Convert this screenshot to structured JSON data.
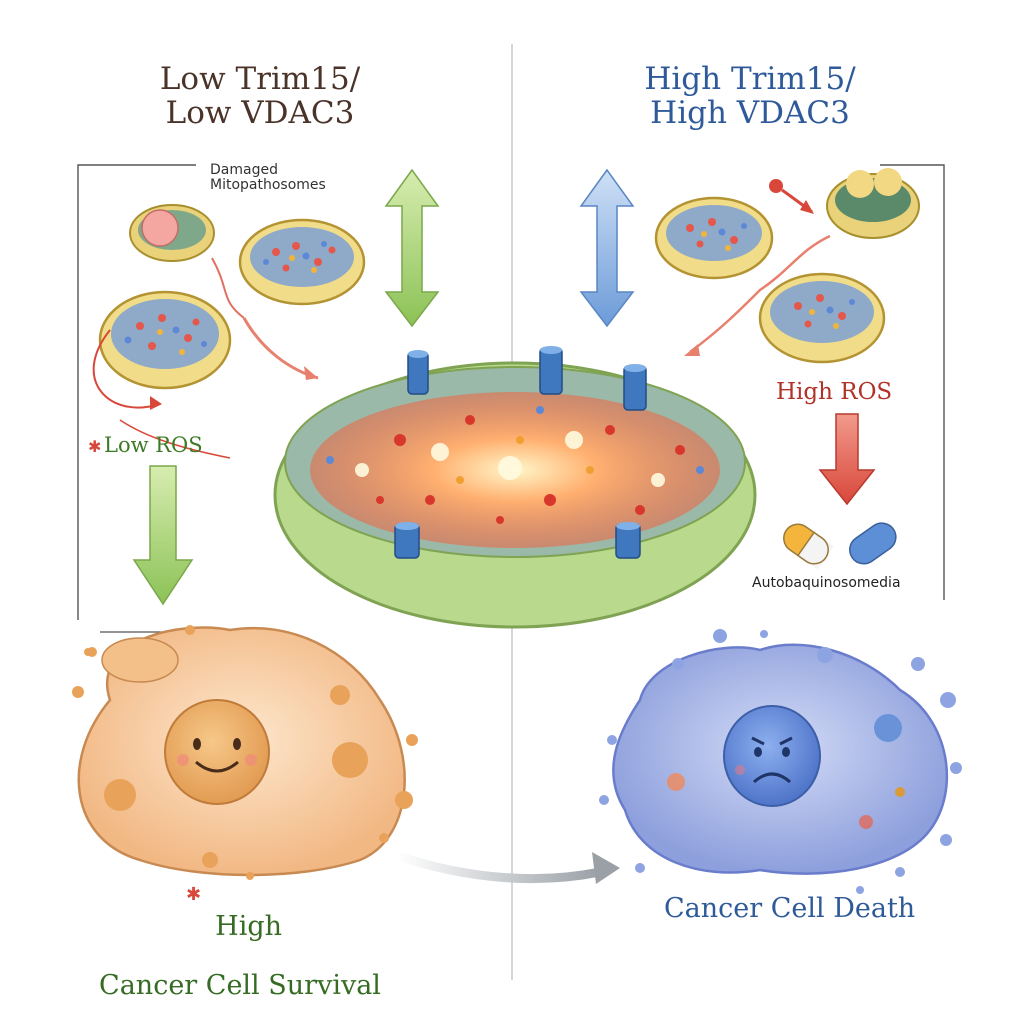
{
  "left_panel": {
    "title": "Low Trim15/\nLow VDAC3",
    "damaged_label": "Damaged\nMitopathosomes",
    "ros_label": "Low ROS",
    "outcome_prefix": "High",
    "outcome": "Cancer Cell Survival"
  },
  "right_panel": {
    "title": "High Trim15/\nHigh VDAC3",
    "ros_label": "High ROS",
    "drug_label": "Autobaquinosomedia",
    "outcome": "Cancer Cell Death"
  },
  "colors": {
    "left_title": "#4a3328",
    "right_title": "#2f5a9a",
    "left_green": "#3d7a25",
    "ros_red": "#b03228",
    "mito_outer": "#b9d98c",
    "cell_left": "#f6cfa3",
    "cell_right": "#a9b6e6"
  },
  "icons": [
    "mitochondrion-icon",
    "vdac-channel-icon",
    "capsule-icon",
    "happy-nucleus-icon",
    "sad-nucleus-icon"
  ]
}
